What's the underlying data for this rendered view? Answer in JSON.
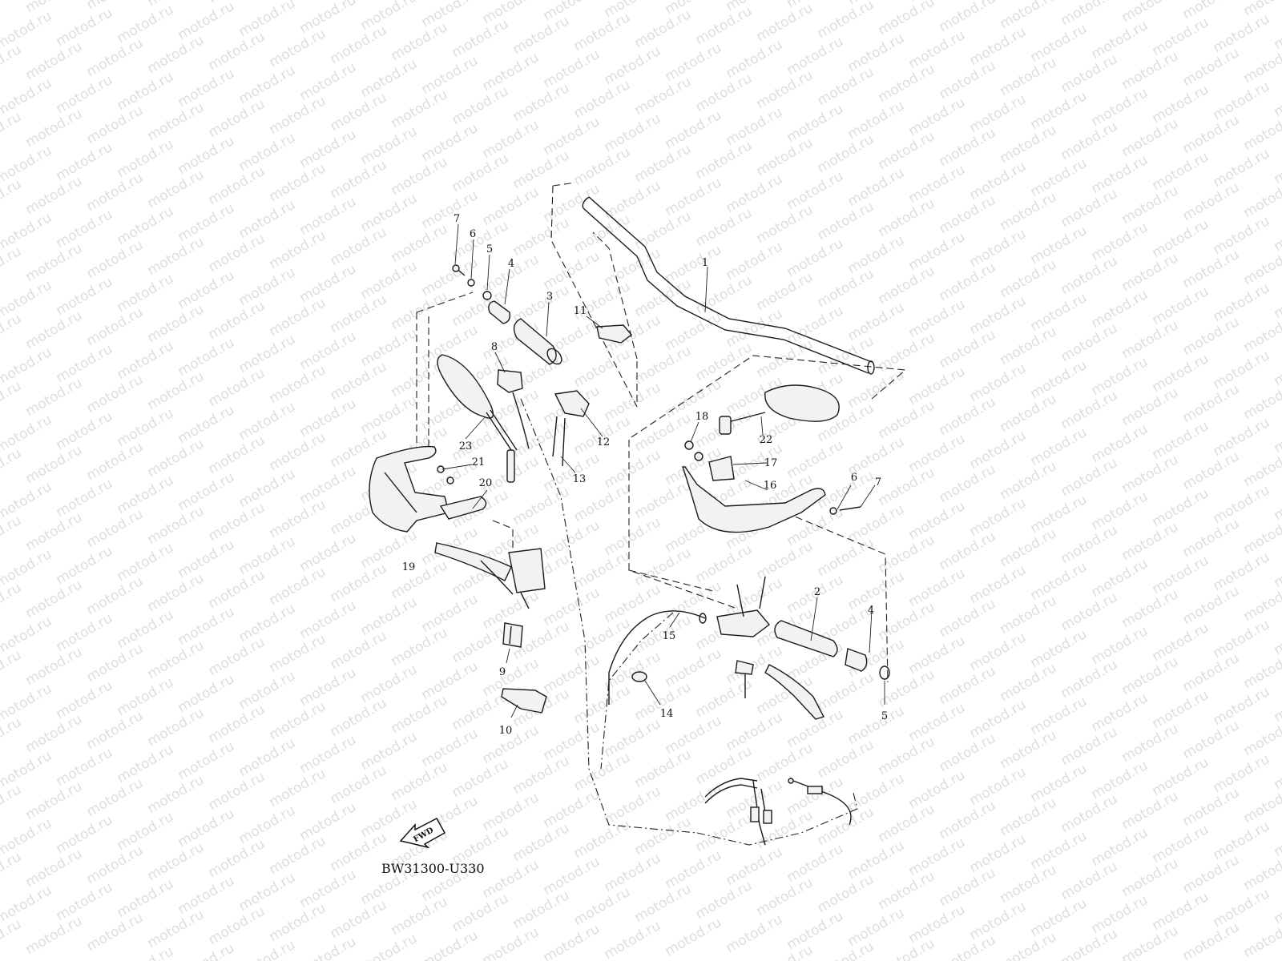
{
  "watermark": "motod.ru",
  "diagram_code": "BW31300-U330",
  "fwd_label": "FWD",
  "callouts": [
    "1",
    "2",
    "3",
    "4",
    "5",
    "6",
    "7",
    "8",
    "9",
    "10",
    "11",
    "12",
    "13",
    "14",
    "15",
    "16",
    "17",
    "18",
    "19",
    "20",
    "21",
    "22",
    "23",
    "4",
    "5",
    "6",
    "7"
  ],
  "colors": {
    "line": "#1a1a1a",
    "watermark": "#c8c8c8",
    "background": "#ffffff"
  }
}
